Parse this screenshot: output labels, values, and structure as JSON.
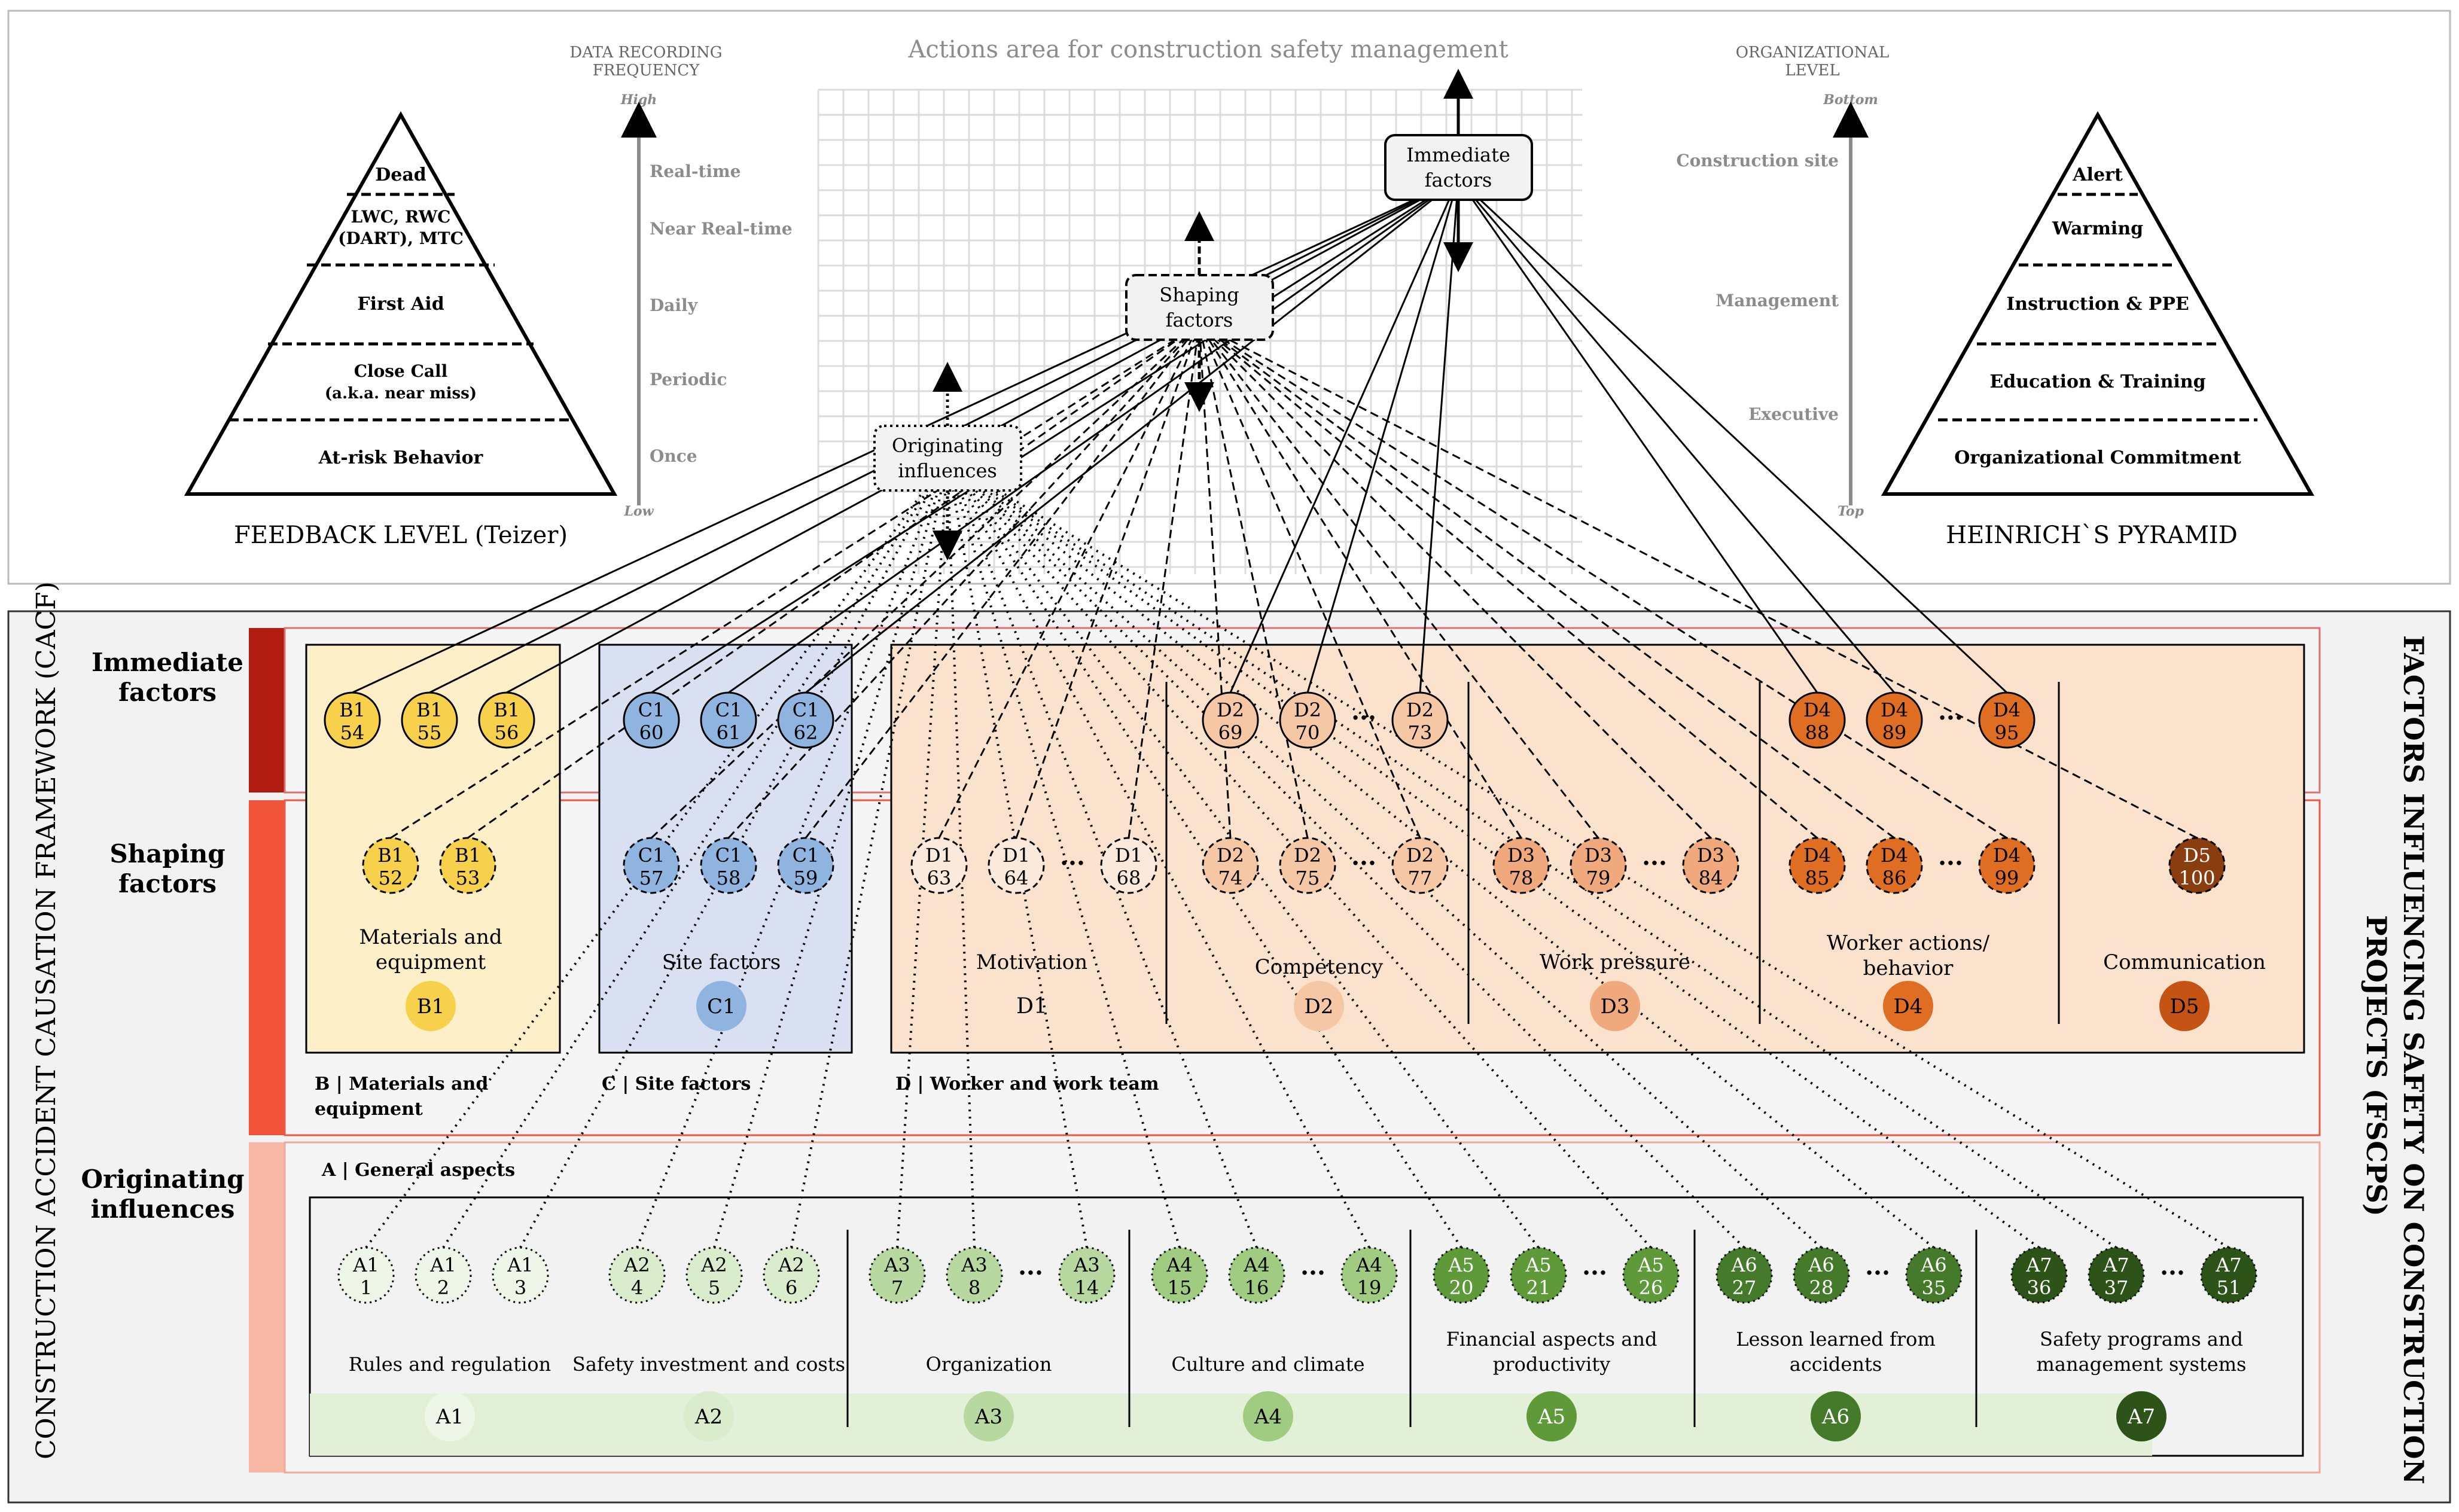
{
  "top": {
    "actions_title": "Actions area for construction safety management",
    "freq_title_1": "DATA RECORDING",
    "freq_title_2": "FREQUENCY",
    "org_title_1": "ORGANIZATIONAL",
    "org_title_2": "LEVEL",
    "freq_high": "High",
    "freq_low": "Low",
    "org_bottom": "Bottom",
    "org_top": "Top",
    "freq_labels": [
      "Real-time",
      "Near Real-time",
      "Daily",
      "Periodic",
      "Once"
    ],
    "org_labels": [
      "Construction site",
      "Management",
      "Executive"
    ],
    "feedback_levels": [
      "Dead",
      "LWC, RWC",
      "(DART), MTC",
      "First Aid",
      "Close Call",
      "(a.k.a. near miss)",
      "At-risk Behavior"
    ],
    "feedback_caption": "FEEDBACK LEVEL (Teizer)",
    "heinrich_levels": [
      "Alert",
      "Warming",
      "Instruction & PPE",
      "Education & Training",
      "Organizational Commitment"
    ],
    "heinrich_caption": "HEINRICH`S PYRAMID",
    "box_immediate": [
      "Immediate",
      "factors"
    ],
    "box_shaping": [
      "Shaping",
      "factors"
    ],
    "box_originating": [
      "Originating",
      "influences"
    ]
  },
  "side": {
    "left_vertical": "CONSTRUCTION ACCIDENT CAUSATION FRAMEWORK (CACF)",
    "right_vertical_1": "FACTORS INFLUENCING SAFETY ON CONSTRUCTION",
    "right_vertical_2": "PROJECTS (FSCPS)",
    "row_immediate": [
      "Immediate",
      "factors"
    ],
    "row_shaping": [
      "Shaping",
      "factors"
    ],
    "row_originating": [
      "Originating",
      "influences"
    ]
  },
  "groups": {
    "B": {
      "name_1": "Materials and",
      "name_2": "equipment",
      "code": "B1",
      "tag_1": "B | Materials and",
      "tag_2": "equipment"
    },
    "C": {
      "name": "Site factors",
      "code": "C1",
      "tag": "C | Site factors"
    },
    "D": {
      "tag": "D | Worker and work team"
    },
    "A": {
      "tag": "A | General aspects"
    }
  },
  "categories_D": [
    {
      "name_1": "Motivation",
      "name_2": "",
      "code": "D1"
    },
    {
      "name_1": "Competency",
      "name_2": "",
      "code": "D2"
    },
    {
      "name_1": "Work pressure",
      "name_2": "",
      "code": "D3"
    },
    {
      "name_1": "Worker actions/",
      "name_2": "behavior",
      "code": "D4"
    },
    {
      "name_1": "Communication",
      "name_2": "",
      "code": "D5"
    }
  ],
  "categories_A": [
    {
      "name_1": "Rules and regulation",
      "name_2": "",
      "code": "A1"
    },
    {
      "name_1": "Safety investment and costs",
      "name_2": "",
      "code": "A2"
    },
    {
      "name_1": "Organization",
      "name_2": "",
      "code": "A3"
    },
    {
      "name_1": "Culture and climate",
      "name_2": "",
      "code": "A4"
    },
    {
      "name_1": "Financial aspects and",
      "name_2": "productivity",
      "code": "A5"
    },
    {
      "name_1": "Lesson learned from",
      "name_2": "accidents",
      "code": "A6"
    },
    {
      "name_1": "Safety programs and",
      "name_2": "management systems",
      "code": "A7"
    }
  ],
  "ellipsis": "···",
  "nodes_immediate": [
    {
      "code": "B1",
      "num": "54"
    },
    {
      "code": "B1",
      "num": "55"
    },
    {
      "code": "B1",
      "num": "56"
    },
    {
      "code": "C1",
      "num": "60"
    },
    {
      "code": "C1",
      "num": "61"
    },
    {
      "code": "C1",
      "num": "62"
    },
    {
      "code": "D2",
      "num": "69"
    },
    {
      "code": "D2",
      "num": "70"
    },
    {
      "code": "D2",
      "num": "73"
    },
    {
      "code": "D4",
      "num": "88"
    },
    {
      "code": "D4",
      "num": "89"
    },
    {
      "code": "D4",
      "num": "95"
    }
  ],
  "nodes_shaping": [
    {
      "code": "B1",
      "num": "52"
    },
    {
      "code": "B1",
      "num": "53"
    },
    {
      "code": "C1",
      "num": "57"
    },
    {
      "code": "C1",
      "num": "58"
    },
    {
      "code": "C1",
      "num": "59"
    },
    {
      "code": "D1",
      "num": "63"
    },
    {
      "code": "D1",
      "num": "64"
    },
    {
      "code": "D1",
      "num": "68"
    },
    {
      "code": "D2",
      "num": "74"
    },
    {
      "code": "D2",
      "num": "75"
    },
    {
      "code": "D2",
      "num": "77"
    },
    {
      "code": "D3",
      "num": "78"
    },
    {
      "code": "D3",
      "num": "79"
    },
    {
      "code": "D3",
      "num": "84"
    },
    {
      "code": "D4",
      "num": "85"
    },
    {
      "code": "D4",
      "num": "86"
    },
    {
      "code": "D4",
      "num": "99"
    },
    {
      "code": "D5",
      "num": "100"
    }
  ],
  "nodes_originating": [
    {
      "code": "A1",
      "num": "1"
    },
    {
      "code": "A1",
      "num": "2"
    },
    {
      "code": "A1",
      "num": "3"
    },
    {
      "code": "A2",
      "num": "4"
    },
    {
      "code": "A2",
      "num": "5"
    },
    {
      "code": "A2",
      "num": "6"
    },
    {
      "code": "A3",
      "num": "7"
    },
    {
      "code": "A3",
      "num": "8"
    },
    {
      "code": "A3",
      "num": "14"
    },
    {
      "code": "A4",
      "num": "15"
    },
    {
      "code": "A4",
      "num": "16"
    },
    {
      "code": "A4",
      "num": "19"
    },
    {
      "code": "A5",
      "num": "20"
    },
    {
      "code": "A5",
      "num": "21"
    },
    {
      "code": "A5",
      "num": "26"
    },
    {
      "code": "A6",
      "num": "27"
    },
    {
      "code": "A6",
      "num": "28"
    },
    {
      "code": "A6",
      "num": "35"
    },
    {
      "code": "A7",
      "num": "36"
    },
    {
      "code": "A7",
      "num": "37"
    },
    {
      "code": "A7",
      "num": "51"
    }
  ],
  "colors": {
    "B": "#f7d14b",
    "C": "#8fb4e0",
    "D1": "#fbeadb",
    "D2": "#f6c7a5",
    "D3": "#f0a97c",
    "D4": "#e06e22",
    "D5": "#c55414",
    "D5n": "#8a3d0f",
    "A1": "#eef6e8",
    "A2": "#d9eccc",
    "A3": "#b7d99f",
    "A4": "#9fcc80",
    "A5": "#5e9a3a",
    "A6": "#467a2b",
    "A7": "#2d5418",
    "row_immediate": "#b01c10",
    "row_shaping": "#f2543a",
    "row_originating": "#f9b8a6"
  }
}
